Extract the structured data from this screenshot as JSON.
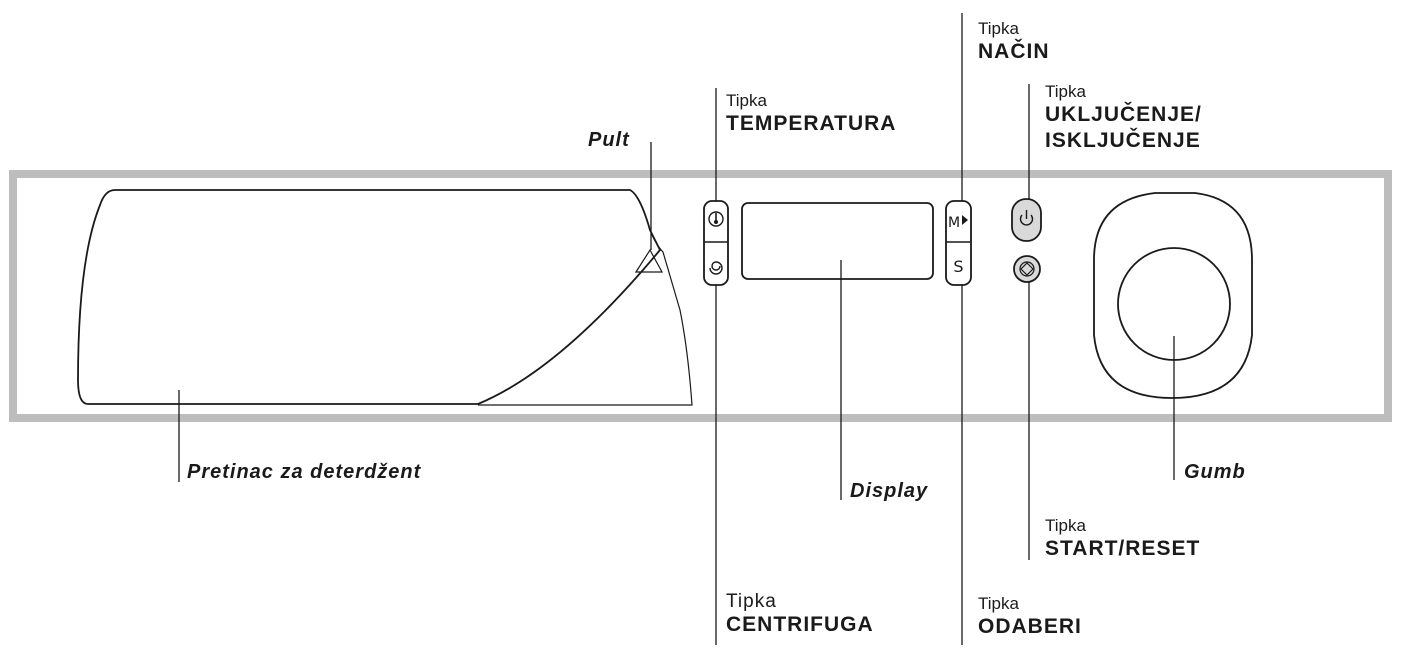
{
  "labels": {
    "pult": "Pult",
    "detergent_drawer": "Pretinac za deterdžent",
    "display": "Display",
    "knob": "Gumb",
    "temperature": {
      "prefix": "Tipka",
      "name": "TEMPERATURA"
    },
    "spin": {
      "prefix": "Tipka",
      "name": "CENTRIFUGA"
    },
    "mode": {
      "prefix": "Tipka",
      "name": "NAČIN"
    },
    "select": {
      "prefix": "Tipka",
      "name": "ODABERI"
    },
    "power": {
      "prefix": "Tipka",
      "name_line1": "UKLJUČENJE/",
      "name_line2": "ISKLJUČENJE"
    },
    "start": {
      "prefix": "Tipka",
      "name": "START/RESET"
    }
  },
  "buttons": {
    "mode_symbol": "M",
    "select_symbol": "S"
  },
  "icons": [
    "thermometer-icon",
    "spin-icon",
    "play-arrow-icon",
    "power-icon",
    "start-pause-icon"
  ],
  "colors": {
    "panel_border": "#bdbdbd",
    "line": "#1a1a1a",
    "button_fill": "#d9d9d9"
  }
}
